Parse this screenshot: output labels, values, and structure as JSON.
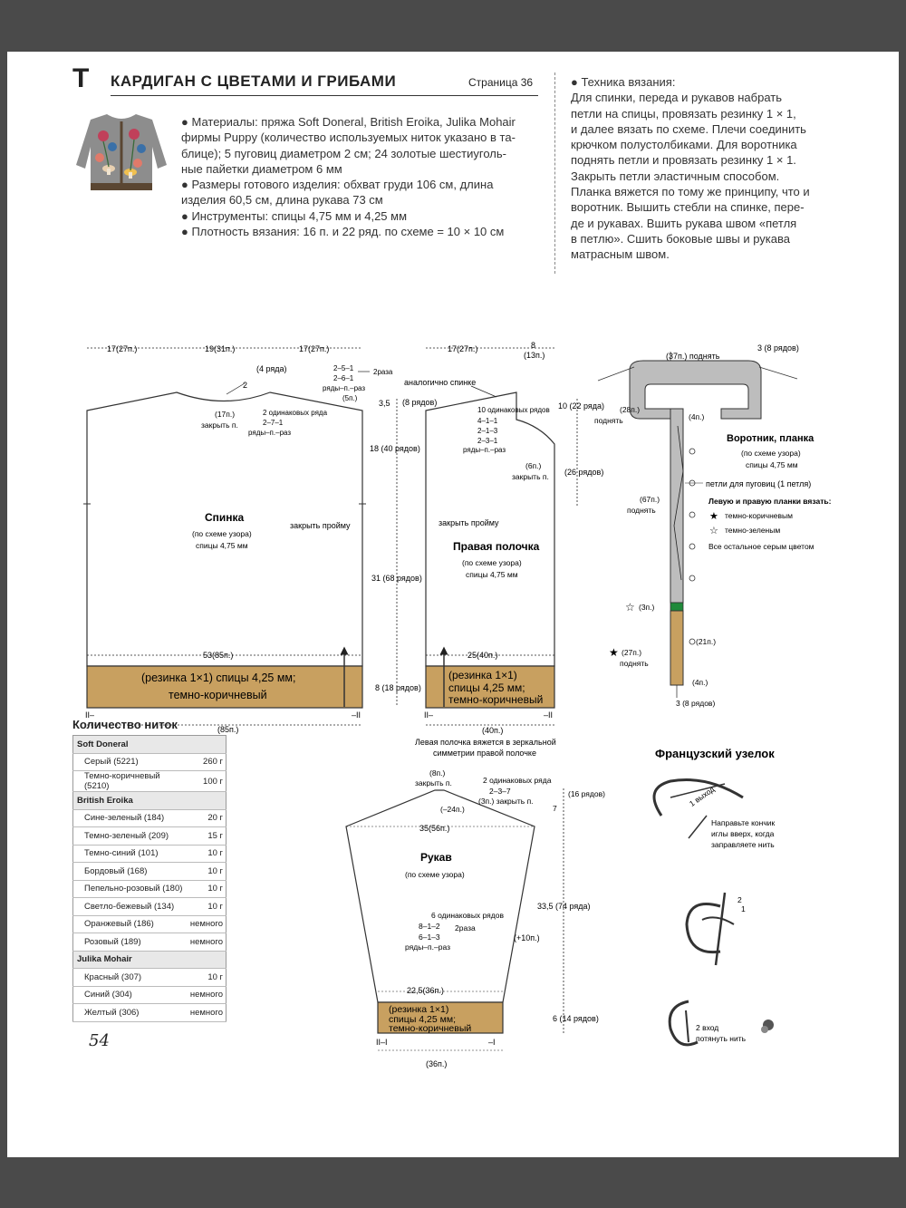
{
  "header": {
    "letter": "T",
    "title": "КАРДИГАН С ЦВЕТАМИ И ГРИБАМИ",
    "page_ref": "Страница 36"
  },
  "materials": [
    "● Материалы: пряжа Soft Doneral, British Eroika, Julika Mohair",
    "фирмы Puppy (количество используемых ниток указано в та-",
    "блице); 5 пуговиц диаметром 2 см; 24 золотые шестиуголь-",
    "ные пайетки диаметром 6 мм",
    "● Размеры готового изделия: обхват груди 106 см, длина",
    "изделия 60,5 см, длина рукава 73 см",
    "● Инструменты: спицы 4,75 мм и 4,25 мм",
    "● Плотность вязания: 16 п. и 22 ряд. по схеме = 10 × 10 см"
  ],
  "technique": [
    "● Техника вязания:",
    "Для спинки, переда и рукавов набрать",
    "петли на спицы, провязать резинку 1 × 1,",
    "и далее вязать по схеме. Плечи соединить",
    "крючком полустолбиками. Для воротника",
    "поднять петли и провязать резинку 1 × 1.",
    "Закрыть петли эластичным способом.",
    "Планка вяжется по тому же принципу, что и",
    "воротник. Вышить стебли на спинке, пере-",
    "де и рукавах. Вшить рукава швом «петля",
    "в петлю». Сшить боковые швы и рукава",
    "матрасным швом."
  ],
  "back": {
    "top_dims": [
      "17(27п.)",
      "19(31п.)",
      "17(27п.)"
    ],
    "neck_rows": "(4 ряда)",
    "neck_2": "2",
    "shoulder_dec": [
      "2–5–1",
      "2–6–1",
      "ряды–п.–раз",
      "(5п.)"
    ],
    "shoulder_times": "2раза",
    "neck_center": [
      "(17п.)",
      "закрыть п."
    ],
    "neck_side": [
      "2 одинаковых ряда",
      "2–7–1",
      "ряды–п.–раз"
    ],
    "title": "Спинка",
    "pattern": "(по схеме узора)",
    "needles": "спицы 4,75 мм",
    "armhole": "закрыть пройму",
    "bottom_width": "53(85п.)",
    "rib": [
      "(резинка 1×1) спицы 4,25 мм;",
      "темно-коричневый"
    ],
    "cast_on": "(85п.)",
    "mark_left": "II–",
    "mark_right": "–II"
  },
  "vertical_dims": [
    "3,5",
    "(8 рядов)",
    "18 (40 рядов)",
    "31 (68 рядов)",
    "8 (18 рядов)"
  ],
  "front": {
    "top_dim": "17(27п.)",
    "neck_dim": [
      "8",
      "(13п.)"
    ],
    "same_as_back": "аналогично спинке",
    "neck_dec": [
      "10 одинаковых рядов",
      "4–1–1",
      "2–1–3",
      "2–3–1",
      "ряды–п.–раз"
    ],
    "neck_rows_dim": [
      "10 (22 ряда)",
      "(26 рядов)"
    ],
    "neck_close": [
      "(6п.)",
      "закрыть п."
    ],
    "armhole": "закрыть пройму",
    "title": "Правая полочка",
    "pattern": "(по схеме узора)",
    "needles": "спицы 4,75 мм",
    "bottom_width": "25(40п.)",
    "rib": [
      "(резинка 1×1)",
      "спицы 4,25 мм;",
      "темно-коричневый"
    ],
    "cast_on": "(40п.)",
    "left_note": [
      "Левая полочка вяжется в зеркальной",
      "симметрии правой полочке"
    ],
    "mark_left": "II–",
    "mark_right": "–II"
  },
  "collar": {
    "pick_up": "(37п.) поднять",
    "rows": "3 (8 рядов)",
    "left_pick": [
      "(28п.)",
      "поднять"
    ],
    "band_4": "(4п.)",
    "title": "Воротник, планка",
    "pattern": "(по схеме узора)",
    "needles": "спицы 4,75 мм",
    "buttonholes": "петли для пуговиц (1 петля)",
    "band_pick": [
      "(67п.)",
      "поднять"
    ],
    "embroider_title": "Левую и правую планки вязать:",
    "legend_dark": "темно-коричневым",
    "legend_green": "темно-зеленым",
    "legend_rest": "Все остальное серым цветом",
    "green_3": "(3п.)",
    "brown_21": "(21п.)",
    "star_27": [
      "(27п.)",
      "поднять"
    ],
    "bottom_4": "(4п.)",
    "bottom_rows": "3 (8 рядов)"
  },
  "yarn_table": {
    "title": "Количество ниток",
    "groups": [
      {
        "name": "Soft Doneral",
        "rows": [
          [
            "Серый (5221)",
            "260 г"
          ],
          [
            "Темно-коричневый (5210)",
            "100 г"
          ]
        ]
      },
      {
        "name": "British Eroika",
        "rows": [
          [
            "Сине-зеленый (184)",
            "20 г"
          ],
          [
            "Темно-зеленый (209)",
            "15 г"
          ],
          [
            "Темно-синий (101)",
            "10 г"
          ],
          [
            "Бордовый (168)",
            "10 г"
          ],
          [
            "Пепельно-розовый (180)",
            "10 г"
          ],
          [
            "Светло-бежевый (134)",
            "10 г"
          ],
          [
            "Оранжевый (186)",
            "немного"
          ],
          [
            "Розовый (189)",
            "немного"
          ]
        ]
      },
      {
        "name": "Julika Mohair",
        "rows": [
          [
            "Красный (307)",
            "10 г"
          ],
          [
            "Синий (304)",
            "немного"
          ],
          [
            "Желтый (306)",
            "немного"
          ]
        ]
      }
    ]
  },
  "sleeve": {
    "top_close": [
      "(8п.)",
      "закрыть п."
    ],
    "cap_dec": [
      "2 одинаковых ряда",
      "2–3–7",
      "(3п.) закрыть п."
    ],
    "cap_minus": "(–24п.)",
    "cap_rows": [
      "(16 рядов)",
      "7"
    ],
    "width": "35(56п.)",
    "title": "Рукав",
    "pattern": "(по схеме узора)",
    "inc": [
      "6 одинаковых рядов",
      "8–1–2",
      "6–1–3",
      "ряды–п.–раз"
    ],
    "inc_times": "2раза",
    "plus": "(+10п.)",
    "length": "33,5 (74 ряда)",
    "bottom_width": "22,5(36п.)",
    "rib": [
      "(резинка 1×1)",
      "спицы 4,25 мм;",
      "темно-коричневый"
    ],
    "rib_rows": "6 (14 рядов)",
    "cast_on": "(36п.)",
    "mark_left": "II–I",
    "mark_right": "–I"
  },
  "french_knot": {
    "title": "Французский узелок",
    "step1": "1 выход",
    "note": [
      "Направьте кончик",
      "иглы вверх, когда",
      "заправляете нить"
    ],
    "step2_marks": [
      "2",
      "1"
    ],
    "step3": [
      "2 вход",
      "потянуть нить"
    ]
  },
  "page_number": "54",
  "colors": {
    "rib": "#c8a060",
    "gray": "#bdbdbd",
    "green": "#1f8a3a",
    "dark": "#6b4a25"
  }
}
